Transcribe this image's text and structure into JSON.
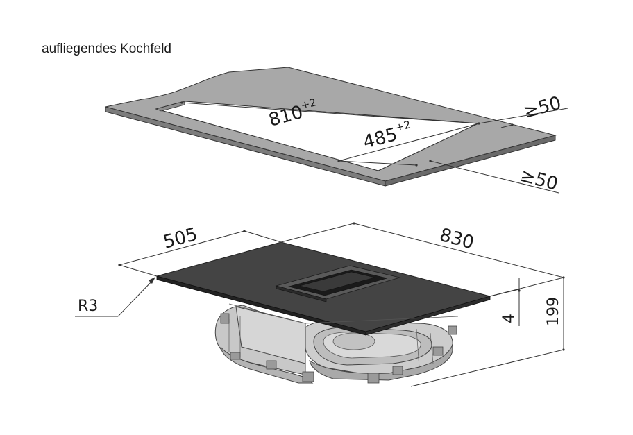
{
  "title": "aufliegendes Kochfeld",
  "cutout": {
    "length_label": "810",
    "length_tolerance": "+2",
    "width_label": "485",
    "width_tolerance": "+2",
    "min_edge_back": "≥50",
    "min_edge_front": "≥50"
  },
  "appliance": {
    "width_label": "505",
    "length_label": "830",
    "thickness_label": "4",
    "height_label": "199",
    "radius_label": "R3"
  }
}
